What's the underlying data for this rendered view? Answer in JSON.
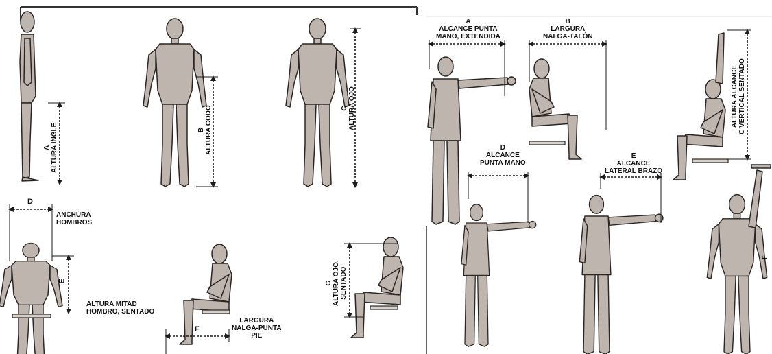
{
  "left_panel": {
    "A": {
      "letter": "A",
      "label": "ALTURA INGLE"
    },
    "B": {
      "letter": "B",
      "label": "ALTURA CODO"
    },
    "C": {
      "letter": "C",
      "label": "ALTURA OJO"
    },
    "D": {
      "letter": "D",
      "label_line1": "ANCHURA",
      "label_line2": "HOMBROS"
    },
    "E": {
      "letter": "E",
      "label_line1": "ALTURA MITAD",
      "label_line2": "HOMBRO, SENTADO"
    },
    "F": {
      "letter": "F",
      "label_line1": "LARGURA",
      "label_line2": "NALGA-PUNTA",
      "label_line3": "PIE"
    },
    "G": {
      "letter": "G",
      "label_line1": "ALTURA OJO,",
      "label_line2": "SENTADO"
    }
  },
  "right_panel": {
    "A": {
      "letter": "A",
      "label_line1": "ALCANCE PUNTA",
      "label_line2": "MANO, EXTENDIDA"
    },
    "B": {
      "letter": "B",
      "label_line1": "LARGURA",
      "label_line2": "NALGA-TALÓN"
    },
    "C": {
      "letter": "C",
      "label_line1": "ALTURA ALCANCE",
      "label_line2": "VERTICAL SENTADO"
    },
    "D": {
      "letter": "D",
      "label_line1": "ALCANCE",
      "label_line2": "PUNTA MANO"
    },
    "E": {
      "letter": "E",
      "label_line1": "ALCANCE",
      "label_line2": "LATERAL BRAZO"
    },
    "F": {
      "letter": "F"
    }
  },
  "colors": {
    "figure_fill": "#bdb5ae",
    "figure_stroke": "#2b2623",
    "line": "#1a1a1a"
  }
}
